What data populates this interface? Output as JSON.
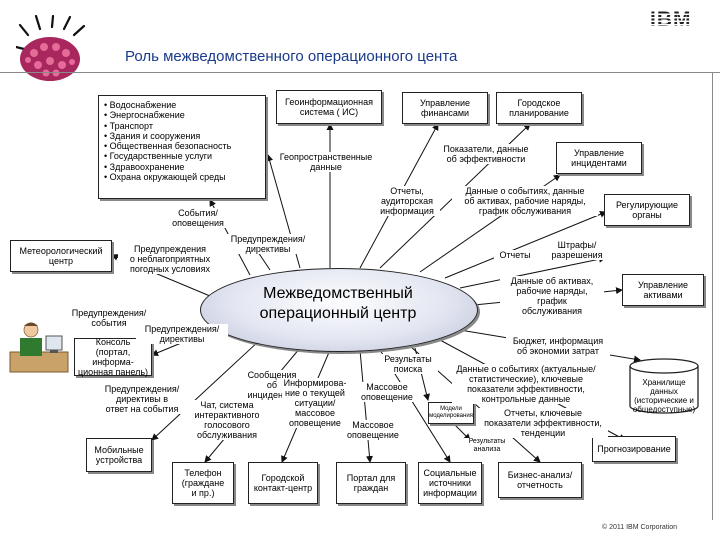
{
  "header": {
    "title": "Роль межведомственного операционного цента",
    "brand": "IBM"
  },
  "footer": {
    "copyright": "© 2011 IBM Corporation"
  },
  "diagram": {
    "center": "Межведомственный\nоперационный центр",
    "bullet_items": [
      "Водоснабжение",
      "Энергоснабжение",
      "Транспорт",
      "Здания и сооружения",
      "Общественная безопасность",
      "Государственные услуги",
      "Здравоохранение",
      "Охрана окружающей среды"
    ],
    "boxes": {
      "gis": "Геоинформационная\nсистема ( ИС)",
      "finance": "Управление\nфинансами",
      "city_planning": "Городское\nпланирование",
      "incidents": "Управление\nинцидентами",
      "regulators": "Регулирующие\nорганы",
      "weather": "Метеорологический\nцентр",
      "console": "Консоль\n(портал, информа-\nционная панель)",
      "assets": "Управление\nактивами",
      "mobile": "Мобильные\nустройства",
      "phone": "Телефон\n(граждане\nи пр.)",
      "contact_center": "Городской\nконтакт-центр",
      "portal": "Портал для\nграждан",
      "social": "Социальные\nисточники\nинформации",
      "bi": "Бизнес-анализ/\nотчетность",
      "forecasting": "Прогнозирование",
      "data_storage": "Хранилище данных\n(исторические и\nобщедоступные)",
      "analysis_models": "Модели\nмоделирования"
    },
    "labels": {
      "geospatial": "Геопространственные\nданные",
      "indicators": "Показатели, данные\nоб эффективности",
      "reports_audit": "Отчеты,\nаудиторская\nинформация",
      "event_data": "Данные о событиях, данные\nоб активах, рабочие наряды,\nграфик обслуживания",
      "events_alerts": "События/\nоповещения",
      "warnings_directives_top": "Предупреждения/\nдирективы",
      "weather_warnings": "Предупреждения\nо неблагоприятных\nпогодных условиях",
      "reports": "Отчеты",
      "fines": "Штрафы/\nразрешения",
      "asset_data": "Данные об активах,\nрабочие наряды,\nграфик\nобслуживания",
      "warnings_events": "Предупреждения/\nсобытия",
      "warnings_directives_left": "Предупреждения/\nдирективы",
      "budget": "Бюджет, информация\nоб экономии затрат",
      "search_results": "Результаты\nпоиска",
      "event_data_actual": "Данные о событиях (актуальные/\nстатистические), ключевые\nпоказатели эффективности,\nконтрольные данные",
      "warnings_directives_events": "Предупреждения/\nдирективы в\nответ на события",
      "incident_messages": "Сообщения\nоб инцидентах",
      "chat": "Чат, система\nинтерактивного\nголосового\nобслуживания",
      "situation_info": "Информирова-\nние о текущей\nситуации/\nмассовое\nоповещение",
      "mass_alert_top": "Массовое\nоповещение",
      "mass_alert_bottom": "Массовое\nоповещение",
      "reports_kpi": "Отчеты, ключевые\nпоказатели эффективности,\nтенденции",
      "analysis_results": "Результаты\nанализа"
    }
  }
}
